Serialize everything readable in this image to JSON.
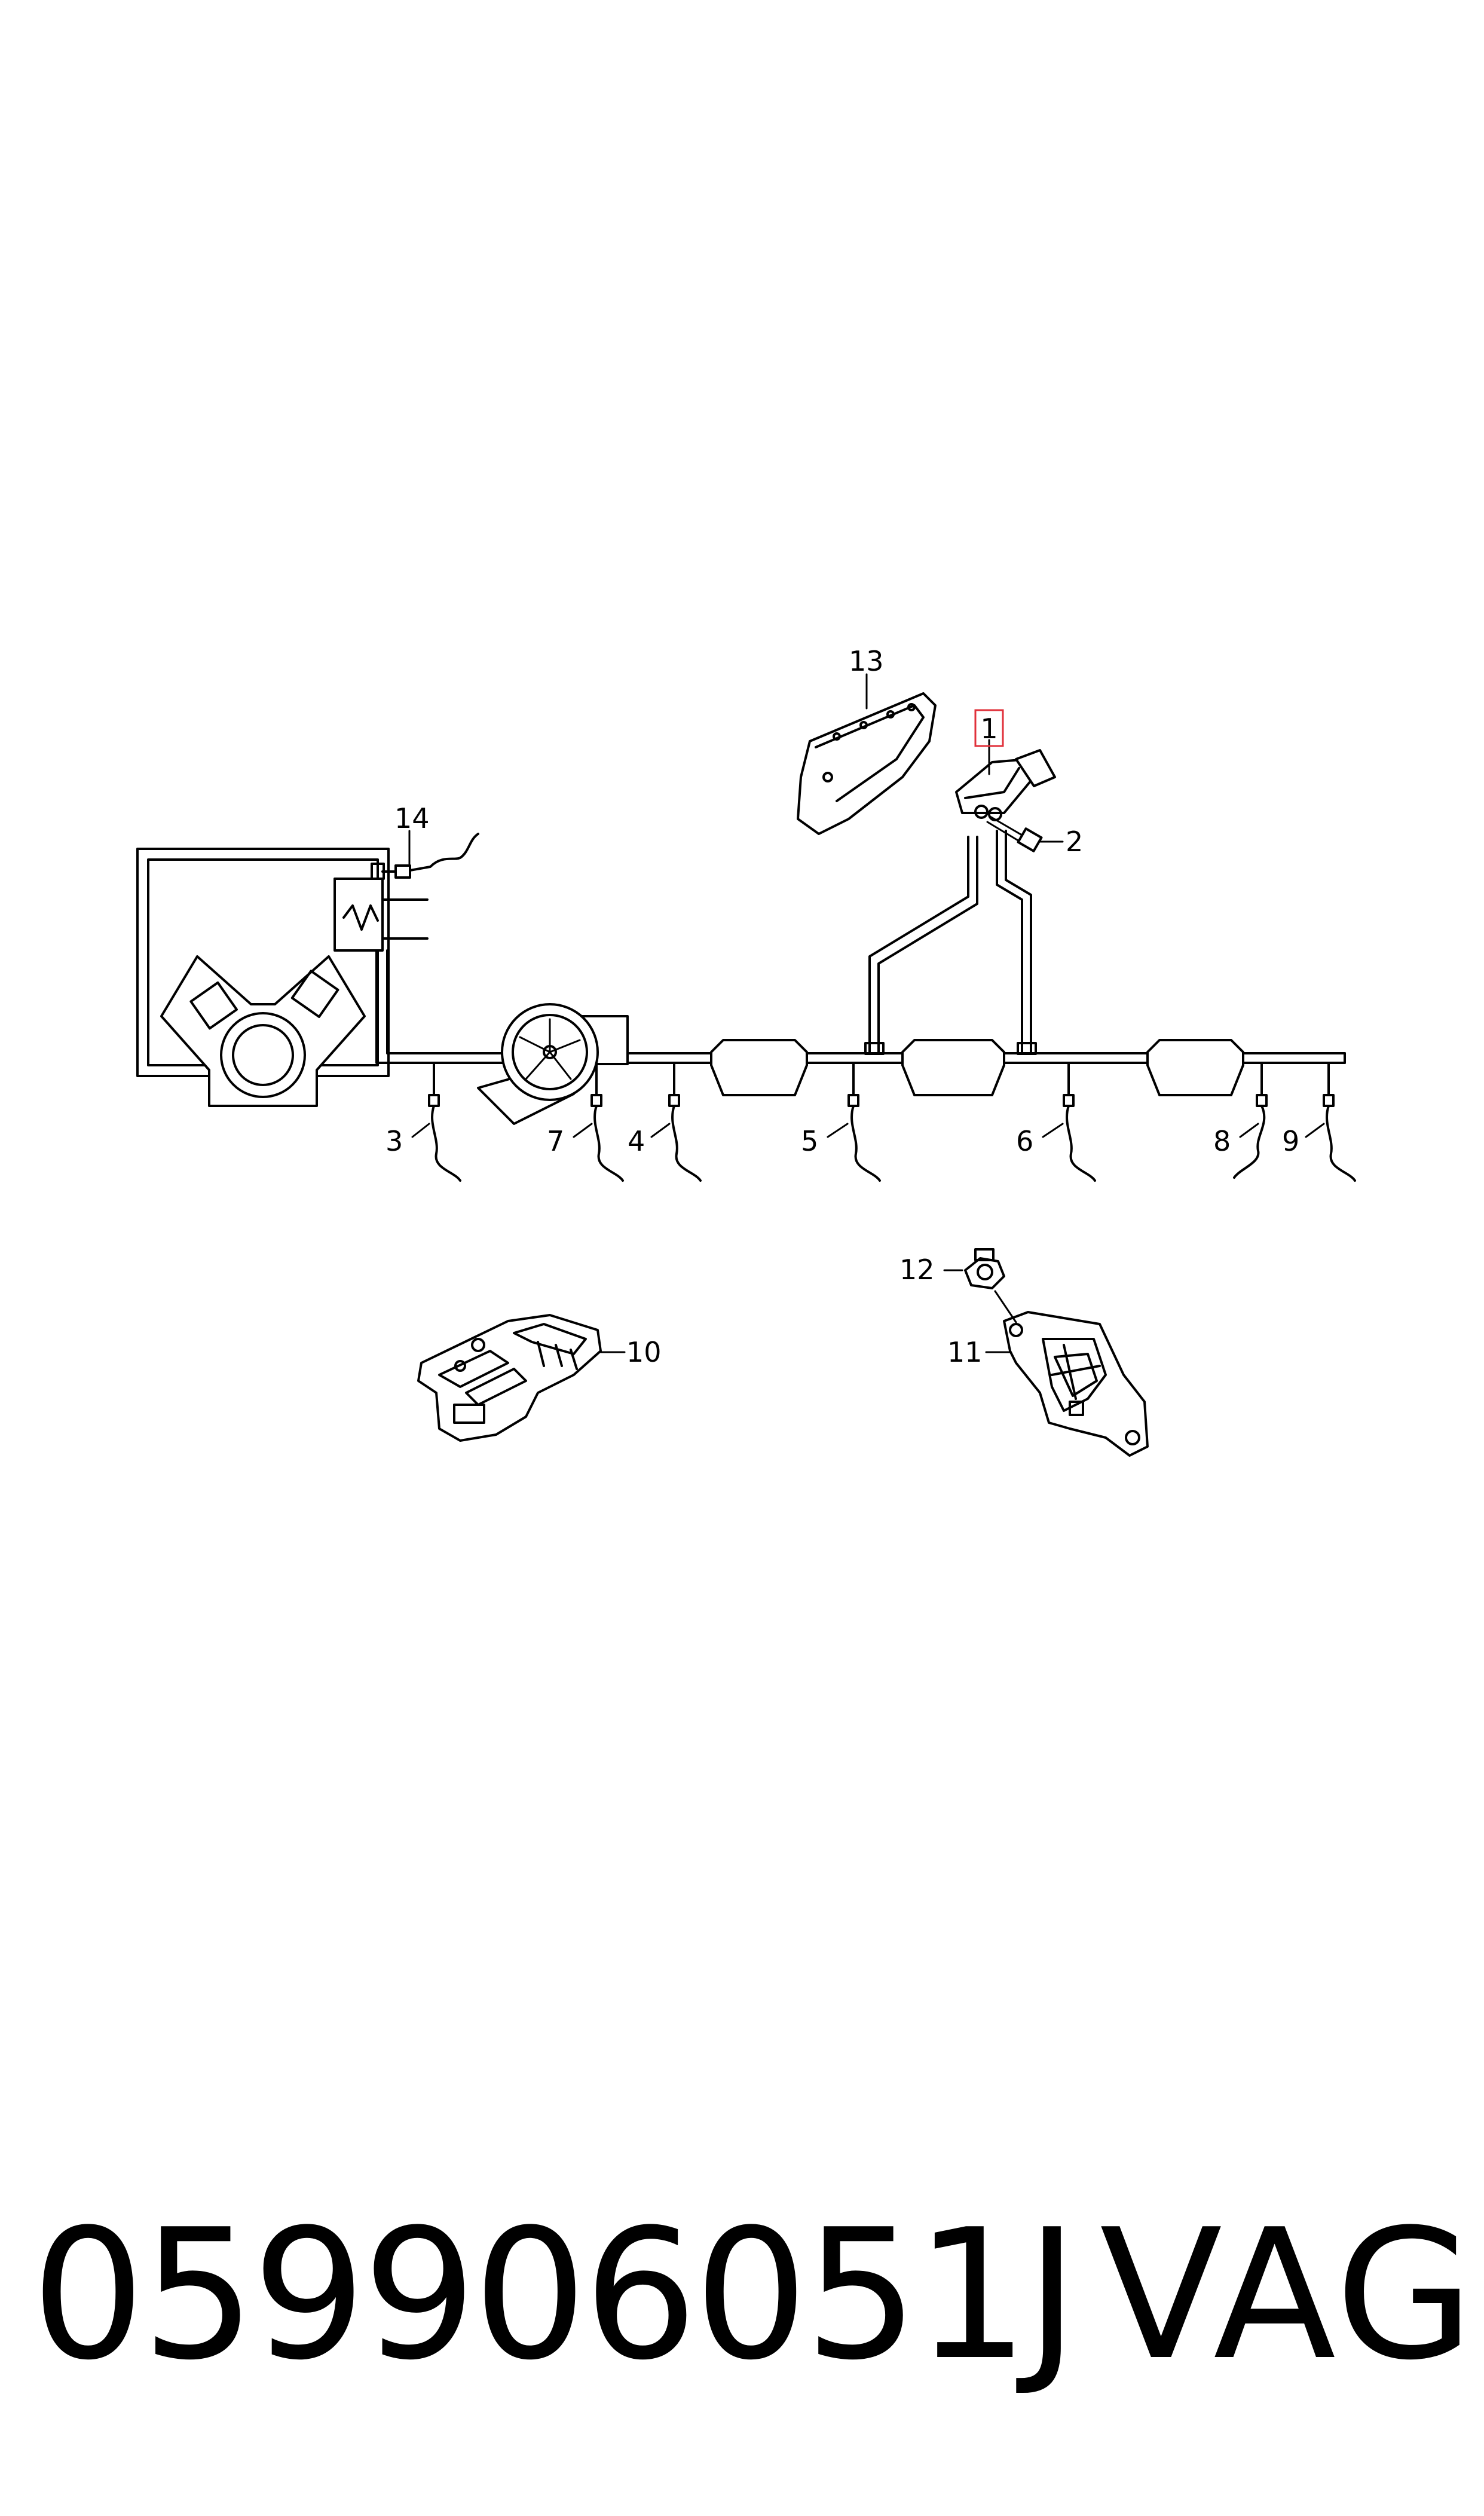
{
  "diagram": {
    "callouts": {
      "c1": "1",
      "c2": "2",
      "c3": "3",
      "c4": "4",
      "c5": "5",
      "c6": "6",
      "c7": "7",
      "c8": "8",
      "c9": "9",
      "c10": "10",
      "c11": "11",
      "c12": "12",
      "c13": "13",
      "c14": "14"
    },
    "highlight_color": "#e0303a"
  },
  "footer": {
    "part_number": "059906051J",
    "brand": "VAG"
  }
}
